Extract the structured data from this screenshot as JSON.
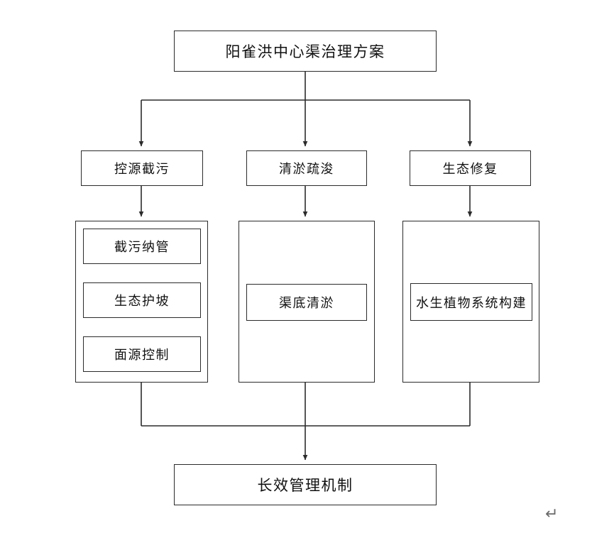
{
  "document": {
    "background_color": "#ffffff",
    "line_color": "#2b2b2b",
    "text_color": "#111111",
    "paragraph_mark": "↵"
  },
  "diagram": {
    "type": "flowchart",
    "orientation": "top-down",
    "root": {
      "label": "阳雀洪中心渠治理方案"
    },
    "branches": [
      {
        "label": "控源截污",
        "children": [
          {
            "label": "截污纳管"
          },
          {
            "label": "生态护坡"
          },
          {
            "label": "面源控制"
          }
        ]
      },
      {
        "label": "清淤疏浚",
        "children": [
          {
            "label": "渠底清淤"
          }
        ]
      },
      {
        "label": "生态修复",
        "children": [
          {
            "label": "水生植物系统构建"
          }
        ]
      }
    ],
    "footer": {
      "label": "长效管理机制"
    }
  }
}
